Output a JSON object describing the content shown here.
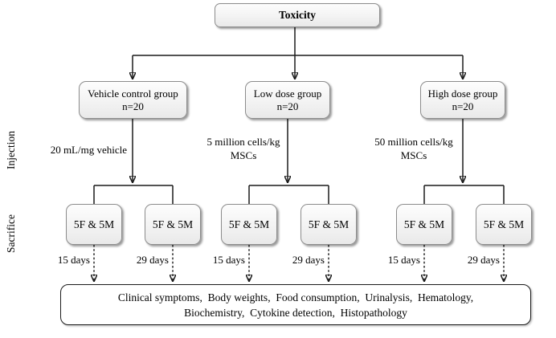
{
  "diagram": {
    "root_label": "Toxicity",
    "side_labels": {
      "injection": "Injection",
      "sacrifice": "Sacrifice"
    },
    "groups": [
      {
        "label": "Vehicle control group",
        "n": "n=20",
        "injection": [
          "20 mL/mg vehicle"
        ]
      },
      {
        "label": "Low dose group",
        "n": "n=20",
        "injection": [
          "5 million cells/kg",
          "MSCs"
        ]
      },
      {
        "label": "High dose group",
        "n": "n=20",
        "injection": [
          "50 million cells/kg",
          "MSCs"
        ]
      }
    ],
    "subgroup_label": "5F & 5M",
    "sacrifice_times": [
      "15 days",
      "29 days",
      "15 days",
      "29 days",
      "15 days",
      "29 days"
    ],
    "outcomes_line1": "Clinical symptoms,  Body weights,  Food consumption,  Urinalysis,  Hematology,",
    "outcomes_line2": "Biochemistry,  Cytokine detection,  Histopathology"
  },
  "colors": {
    "box_border": "#8c8c8c",
    "box_fill": "#f3f3f3",
    "outcomes_border": "#1c1c1c",
    "line": "#1a1a1a",
    "text": "#000000"
  }
}
